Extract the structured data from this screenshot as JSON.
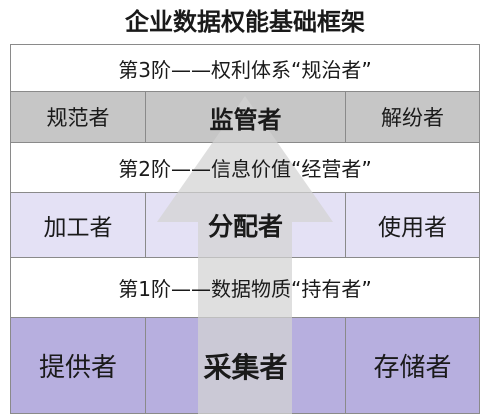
{
  "title": "企业数据权能基础框架",
  "tiers": {
    "tier3": {
      "heading": "第3阶——权利体系“规治者”",
      "roles": [
        "规范者",
        "监管者",
        "解纷者"
      ]
    },
    "tier2": {
      "heading": "第2阶——信息价值“经营者”",
      "roles": [
        "加工者",
        "分配者",
        "使用者"
      ]
    },
    "tier1": {
      "heading": "第1阶——数据物质“持有者”",
      "roles": [
        "提供者",
        "采集者",
        "存储者"
      ]
    }
  },
  "colors": {
    "tier3_fill": "#c6c6c6",
    "tier2_fill": "#e4e1f5",
    "tier1_fill": "#b7afdf",
    "arrow_fill": "#d3d3d3",
    "border": "#8a8a8a"
  },
  "icons": {
    "arrow": "upward-arrow-icon"
  }
}
